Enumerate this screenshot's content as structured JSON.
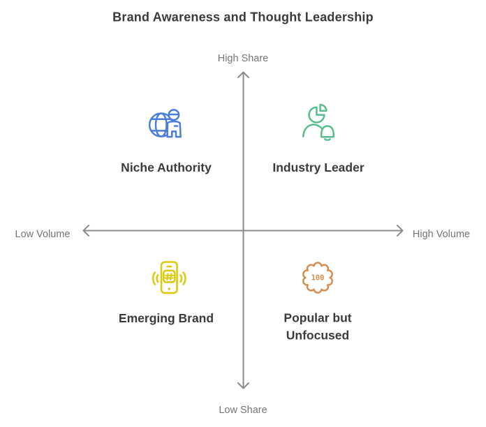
{
  "title": "Brand Awareness and Thought Leadership",
  "text_color": "#3b3b3b",
  "axes": {
    "top_label": "High Share",
    "bottom_label": "Low Share",
    "left_label": "Low Volume",
    "right_label": "High Volume",
    "line_color": "#8c8c8c",
    "label_color": "#757575"
  },
  "quadrants": {
    "top_left": {
      "label": "Niche Authority",
      "icon": "globe-person-icon",
      "color": "#4a7ed9"
    },
    "top_right": {
      "label": "Industry Leader",
      "icon": "user-pie-chart-bell-icon",
      "color": "#55be8c"
    },
    "bottom_left": {
      "label": "Emerging Brand",
      "icon": "vibrating-phone-hashtag-icon",
      "color": "#dec90d"
    },
    "bottom_right": {
      "label": "Popular but\nUnfocused",
      "icon": "scalloped-badge-100-icon",
      "color": "#d78c4d",
      "badge_text": "100"
    }
  }
}
